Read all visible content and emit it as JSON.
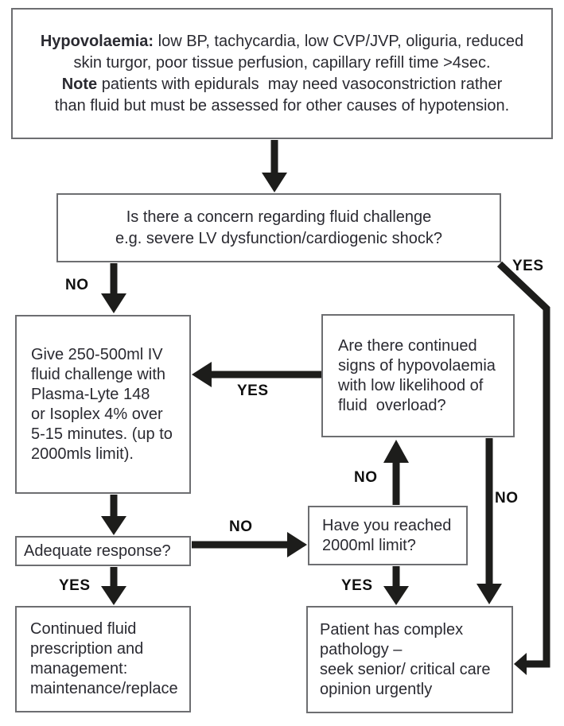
{
  "diagram": {
    "kind": "flowchart",
    "topic": "Hypovolaemia fluid challenge decision pathway"
  },
  "colors": {
    "background": "#ffffff",
    "box_border": "#6d6e71",
    "text": "#2a2a31",
    "arrow": "#1d1d1b",
    "edge_label": "#101010"
  },
  "nodes": {
    "info": {
      "lines": [
        {
          "b": "Hypovolaemia:",
          "t": " low BP, tachycardia, low CVP/JVP, oliguria, reduced"
        },
        {
          "t": "skin turgor, poor tissue perfusion, capillary refill time >4sec."
        },
        {
          "b": "Note",
          "t": " patients with epidurals  may need vasoconstriction rather"
        },
        {
          "t": "than fluid but must be assessed for other causes of hypotension."
        }
      ]
    },
    "concern": {
      "lines": [
        {
          "t": "Is there a concern regarding fluid challenge"
        },
        {
          "t": "e.g. severe LV dysfunction/cardiogenic shock?"
        }
      ]
    },
    "give": {
      "lines": [
        {
          "t": "Give 250-500ml IV"
        },
        {
          "t": "fluid challenge with"
        },
        {
          "t": "Plasma-Lyte 148"
        },
        {
          "t": "or Isoplex 4% over"
        },
        {
          "t": "5-15 minutes. (up to"
        },
        {
          "t": "2000mls limit)."
        }
      ]
    },
    "continued": {
      "lines": [
        {
          "t": "Are there continued"
        },
        {
          "t": "signs of hypovolaemia"
        },
        {
          "t": "with low likelihood of"
        },
        {
          "t": "fluid  overload?"
        }
      ]
    },
    "adequate": {
      "lines": [
        {
          "t": "Adequate response?"
        }
      ]
    },
    "reached": {
      "lines": [
        {
          "t": "Have you reached"
        },
        {
          "t": "2000ml limit?"
        }
      ]
    },
    "maintain": {
      "lines": [
        {
          "t": "Continued fluid"
        },
        {
          "t": "prescription and"
        },
        {
          "t": "management:"
        },
        {
          "t": "maintenance/replace"
        }
      ]
    },
    "complex": {
      "lines": [
        {
          "t": "Patient has complex"
        },
        {
          "t": "pathology –"
        },
        {
          "t": "seek senior/ critical care"
        },
        {
          "t": "opinion urgently"
        }
      ]
    }
  },
  "edges": {
    "concern_no": "NO",
    "concern_yes": "YES",
    "continued_yes": "YES",
    "adequate_no": "NO",
    "adequate_yes": "YES",
    "reached_no": "NO",
    "reached_yes": "YES",
    "continued_no": "NO"
  }
}
